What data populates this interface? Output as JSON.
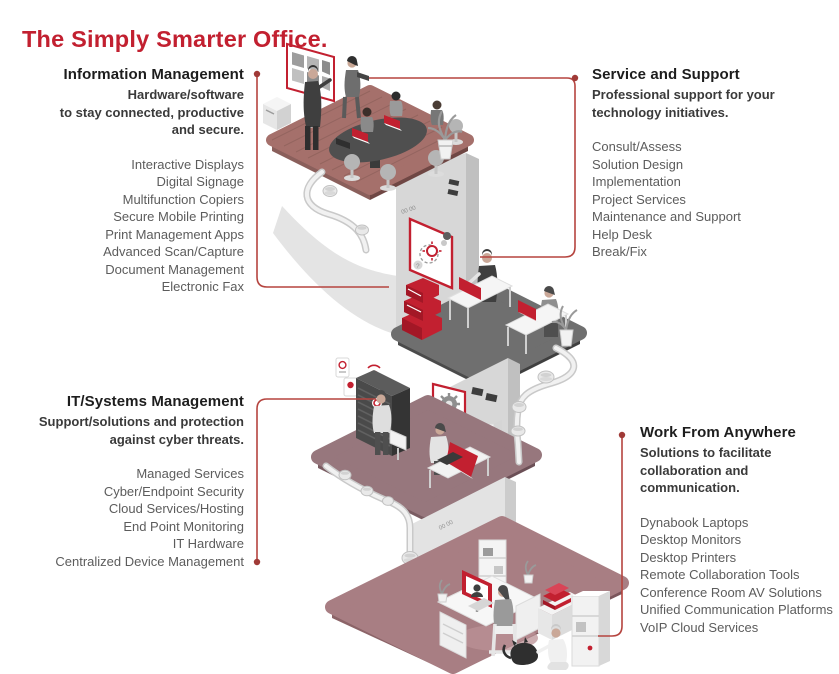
{
  "title": "The Simply Smarter Office.",
  "colors": {
    "accent_red": "#c22030",
    "connector_red": "#b5443f",
    "floor_conference": "#a5706b",
    "floor_office": "#6f6f6f",
    "floor_it": "#97777d",
    "floor_home": "#a87e83"
  },
  "sections": {
    "information_management": {
      "heading": "Information Management",
      "subtitle_lines": [
        "Hardware/software",
        "to stay connected, productive",
        "and secure."
      ],
      "items": [
        "Interactive Displays",
        "Digital Signage",
        "Multifunction Copiers",
        "Secure Mobile Printing",
        "Print Management Apps",
        "Advanced Scan/Capture",
        "Document Management",
        "Electronic Fax"
      ]
    },
    "service_and_support": {
      "heading": "Service and Support",
      "subtitle_lines": [
        "Professional support for your",
        "technology initiatives."
      ],
      "items": [
        "Consult/Assess",
        "Solution Design",
        "Implementation",
        "Project Services",
        "Maintenance and Support",
        "Help Desk",
        "Break/Fix"
      ]
    },
    "it_systems_management": {
      "heading": "IT/Systems Management",
      "subtitle_lines": [
        "Support/solutions and protection",
        "against cyber threats."
      ],
      "items": [
        "Managed Services",
        "Cyber/Endpoint Security",
        "Cloud Services/Hosting",
        "End Point Monitoring",
        "IT Hardware",
        "Centralized Device Management"
      ]
    },
    "work_from_anywhere": {
      "heading": "Work From Anywhere",
      "subtitle_lines": [
        "Solutions to facilitate",
        "collaboration and",
        "communication."
      ],
      "items": [
        "Dynabook Laptops",
        "Desktop Monitors",
        "Desktop Printers",
        "Remote Collaboration Tools",
        "Conference Room AV Solutions",
        "Unified Communication Platforms",
        "VoIP Cloud Services"
      ]
    }
  },
  "illustration": {
    "floors": [
      "conference room",
      "open office",
      "IT server room",
      "home office"
    ]
  }
}
